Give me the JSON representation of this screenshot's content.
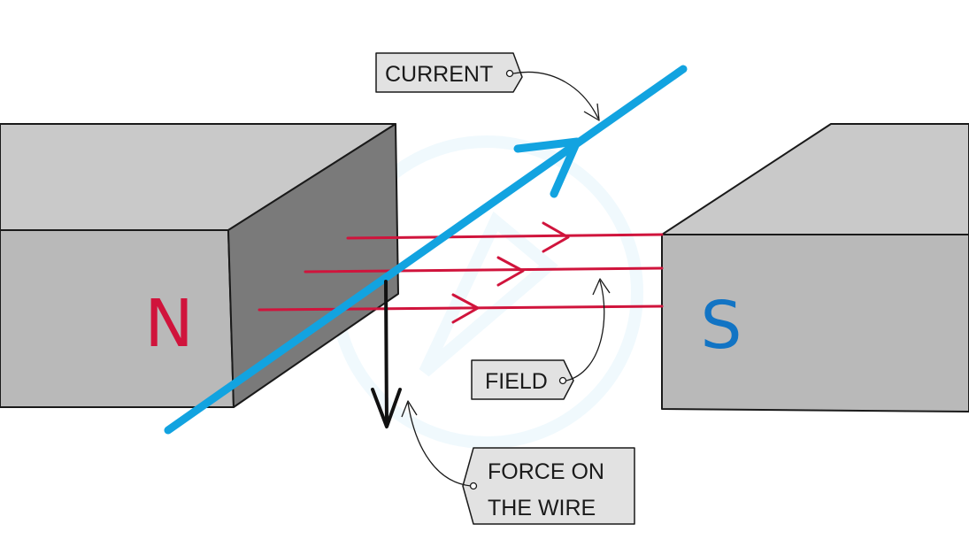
{
  "colors": {
    "background": "#ffffff",
    "magnet_top": "#c9c9c9",
    "magnet_front": "#b9b9b9",
    "magnet_side": "#7a7a7a",
    "outline": "#1a1a1a",
    "wire": "#12a3e0",
    "field": "#d0143c",
    "force": "#111111",
    "label_fill": "#e2e2e2",
    "north": "#d0143c",
    "south": "#1274c4"
  },
  "magnets": {
    "north_label": "N",
    "south_label": "S"
  },
  "labels": {
    "current": "CURRENT",
    "field": "FIELD",
    "force_line1": "FORCE  ON",
    "force_line2": "THE  WIRE"
  },
  "icons": {
    "current": "arrow-up-right-icon",
    "field": "arrow-right-icon",
    "force": "arrow-down-icon"
  }
}
